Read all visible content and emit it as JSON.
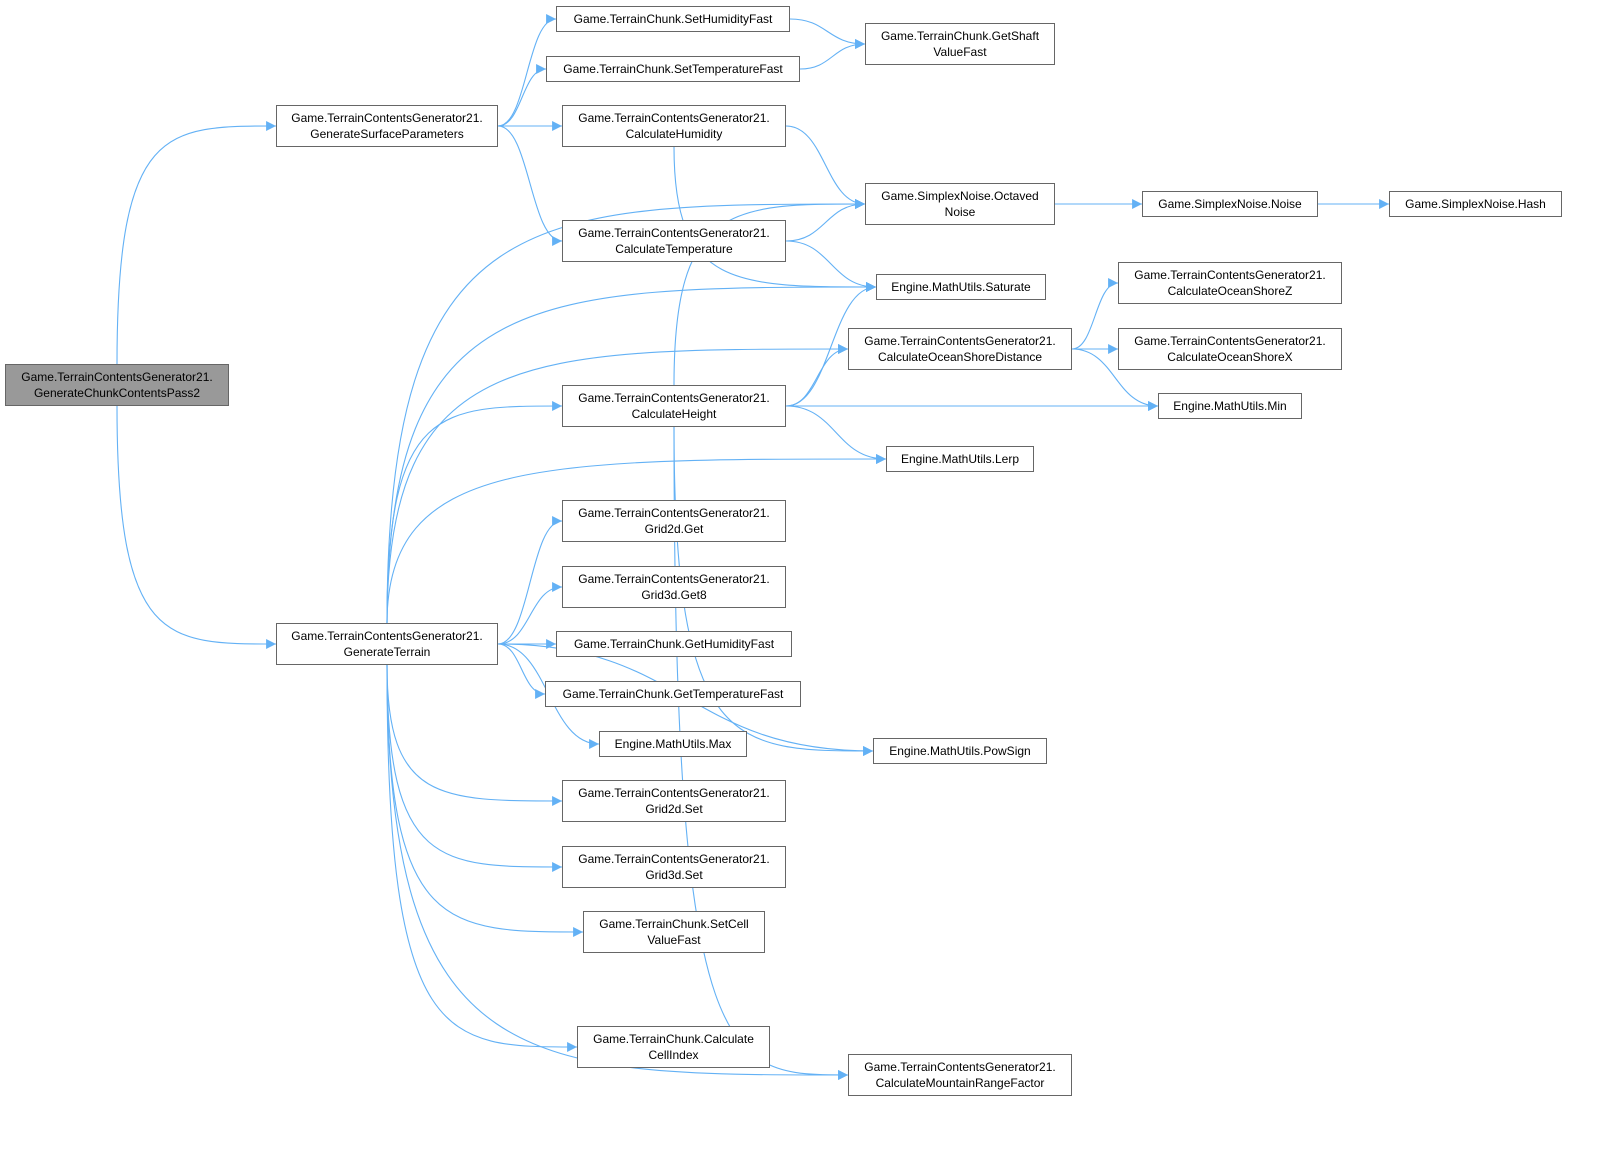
{
  "colors": {
    "edge": "#63b1f5",
    "node_border": "#666666",
    "root_fill": "#999999"
  },
  "nodes": [
    {
      "id": "n0",
      "lines": [
        "Game.TerrainContentsGenerator21.",
        "GenerateChunkContentsPass2"
      ],
      "root": true
    },
    {
      "id": "n1",
      "lines": [
        "Game.TerrainContentsGenerator21.",
        "GenerateSurfaceParameters"
      ]
    },
    {
      "id": "n2",
      "lines": [
        "Game.TerrainContentsGenerator21.",
        "GenerateTerrain"
      ]
    },
    {
      "id": "n3",
      "lines": [
        "Game.TerrainChunk.SetHumidityFast"
      ]
    },
    {
      "id": "n4",
      "lines": [
        "Game.TerrainChunk.SetTemperatureFast"
      ]
    },
    {
      "id": "n5",
      "lines": [
        "Game.TerrainChunk.GetShaft",
        "ValueFast"
      ]
    },
    {
      "id": "n6",
      "lines": [
        "Game.TerrainContentsGenerator21.",
        "CalculateHumidity"
      ]
    },
    {
      "id": "n7",
      "lines": [
        "Game.SimplexNoise.Octaved",
        "Noise"
      ]
    },
    {
      "id": "n8",
      "lines": [
        "Game.TerrainContentsGenerator21.",
        "CalculateTemperature"
      ]
    },
    {
      "id": "n9",
      "lines": [
        "Engine.MathUtils.Saturate"
      ]
    },
    {
      "id": "n10",
      "lines": [
        "Game.SimplexNoise.Noise"
      ]
    },
    {
      "id": "n11",
      "lines": [
        "Game.SimplexNoise.Hash"
      ]
    },
    {
      "id": "n12",
      "lines": [
        "Game.TerrainContentsGenerator21.",
        "CalculateOceanShoreZ"
      ]
    },
    {
      "id": "n13",
      "lines": [
        "Game.TerrainContentsGenerator21.",
        "CalculateOceanShoreDistance"
      ]
    },
    {
      "id": "n14",
      "lines": [
        "Game.TerrainContentsGenerator21.",
        "CalculateOceanShoreX"
      ]
    },
    {
      "id": "n15",
      "lines": [
        "Game.TerrainContentsGenerator21.",
        "CalculateHeight"
      ]
    },
    {
      "id": "n16",
      "lines": [
        "Engine.MathUtils.Min"
      ]
    },
    {
      "id": "n17",
      "lines": [
        "Engine.MathUtils.Lerp"
      ]
    },
    {
      "id": "n18",
      "lines": [
        "Game.TerrainContentsGenerator21.",
        "Grid2d.Get"
      ]
    },
    {
      "id": "n19",
      "lines": [
        "Game.TerrainContentsGenerator21.",
        "Grid3d.Get8"
      ]
    },
    {
      "id": "n20",
      "lines": [
        "Game.TerrainChunk.GetHumidityFast"
      ]
    },
    {
      "id": "n21",
      "lines": [
        "Game.TerrainChunk.GetTemperatureFast"
      ]
    },
    {
      "id": "n22",
      "lines": [
        "Engine.MathUtils.Max"
      ]
    },
    {
      "id": "n23",
      "lines": [
        "Engine.MathUtils.PowSign"
      ]
    },
    {
      "id": "n24",
      "lines": [
        "Game.TerrainContentsGenerator21.",
        "Grid2d.Set"
      ]
    },
    {
      "id": "n25",
      "lines": [
        "Game.TerrainContentsGenerator21.",
        "Grid3d.Set"
      ]
    },
    {
      "id": "n26",
      "lines": [
        "Game.TerrainChunk.SetCell",
        "ValueFast"
      ]
    },
    {
      "id": "n27",
      "lines": [
        "Game.TerrainChunk.Calculate",
        "CellIndex"
      ]
    },
    {
      "id": "n28",
      "lines": [
        "Game.TerrainContentsGenerator21.",
        "CalculateMountainRangeFactor"
      ]
    }
  ],
  "edges": [
    [
      "n0",
      "n1"
    ],
    [
      "n0",
      "n2"
    ],
    [
      "n1",
      "n3"
    ],
    [
      "n1",
      "n4"
    ],
    [
      "n1",
      "n6"
    ],
    [
      "n1",
      "n8"
    ],
    [
      "n3",
      "n5"
    ],
    [
      "n4",
      "n5"
    ],
    [
      "n6",
      "n7"
    ],
    [
      "n6",
      "n9"
    ],
    [
      "n8",
      "n7"
    ],
    [
      "n8",
      "n9"
    ],
    [
      "n7",
      "n10"
    ],
    [
      "n10",
      "n11"
    ],
    [
      "n13",
      "n12"
    ],
    [
      "n13",
      "n14"
    ],
    [
      "n13",
      "n16"
    ],
    [
      "n15",
      "n7"
    ],
    [
      "n15",
      "n9"
    ],
    [
      "n15",
      "n13"
    ],
    [
      "n15",
      "n16"
    ],
    [
      "n15",
      "n17"
    ],
    [
      "n15",
      "n23"
    ],
    [
      "n15",
      "n28"
    ],
    [
      "n2",
      "n7"
    ],
    [
      "n2",
      "n9"
    ],
    [
      "n2",
      "n13"
    ],
    [
      "n2",
      "n15"
    ],
    [
      "n2",
      "n17"
    ],
    [
      "n2",
      "n18"
    ],
    [
      "n2",
      "n19"
    ],
    [
      "n2",
      "n20"
    ],
    [
      "n2",
      "n21"
    ],
    [
      "n2",
      "n22"
    ],
    [
      "n2",
      "n24"
    ],
    [
      "n2",
      "n25"
    ],
    [
      "n2",
      "n26"
    ],
    [
      "n2",
      "n23"
    ],
    [
      "n2",
      "n27"
    ],
    [
      "n2",
      "n28"
    ]
  ]
}
